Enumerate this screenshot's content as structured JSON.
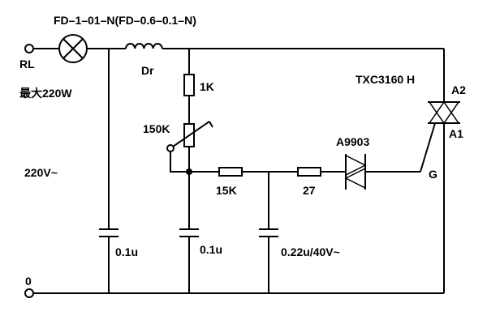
{
  "labels": {
    "lamp": "FD–1–01–N(FD–0.6–0.1–N)",
    "rl": "RL",
    "max_power": "最大220W",
    "inductor": "Dr",
    "triac_model": "TXC3160 H",
    "a2": "A2",
    "a1": "A1",
    "gate": "G",
    "r_1k": "1K",
    "pot_150k": "150K",
    "diac": "A9903",
    "r_15k": "15K",
    "r_27": "27",
    "voltage": "220V~",
    "c1": "0.1u",
    "c2": "0.1u",
    "c3": "0.22u/40V~",
    "zero": "0"
  }
}
